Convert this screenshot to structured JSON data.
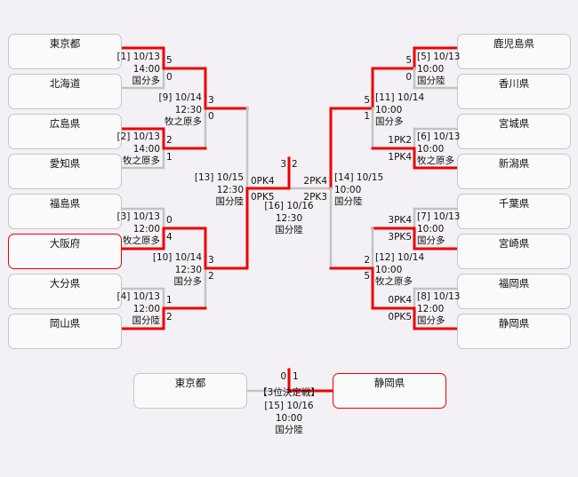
{
  "teams_left": [
    "東京都",
    "北海道",
    "広島県",
    "愛知県",
    "福島県",
    "大阪府",
    "大分県",
    "岡山県"
  ],
  "teams_right": [
    "鹿児島県",
    "香川県",
    "宮城県",
    "新潟県",
    "千葉県",
    "宮崎県",
    "福岡県",
    "静岡県"
  ],
  "champion": "大阪府",
  "third_place": {
    "title": "【3位決定戦】",
    "team_left": "東京都",
    "team_right": "静岡県",
    "winner": "静岡県"
  },
  "matches": {
    "m1": {
      "no": "[1] 10/13",
      "time": "14:00",
      "venue": "国分多",
      "s1": "5",
      "s2": "0"
    },
    "m2": {
      "no": "[2] 10/13",
      "time": "14:00",
      "venue": "牧之原多",
      "s1": "2",
      "s2": "1"
    },
    "m3": {
      "no": "[3] 10/13",
      "time": "12:00",
      "venue": "牧之原多",
      "s1": "0",
      "s2": "4"
    },
    "m4": {
      "no": "[4] 10/13",
      "time": "12:00",
      "venue": "国分陸",
      "s1": "1",
      "s2": "2"
    },
    "m5": {
      "no": "[5] 10/13",
      "time": "10:00",
      "venue": "国分陸",
      "s1": "5",
      "s2": "0"
    },
    "m6": {
      "no": "[6] 10/13",
      "time": "10:00",
      "venue": "牧之原多",
      "s1": "1PK2",
      "s2": "1PK4"
    },
    "m7": {
      "no": "[7] 10/13",
      "time": "10:00",
      "venue": "国分多",
      "s1": "3PK4",
      "s2": "3PK5"
    },
    "m8": {
      "no": "[8] 10/13",
      "time": "12:00",
      "venue": "国分多",
      "s1": "0PK4",
      "s2": "0PK5"
    },
    "m9": {
      "no": "[9] 10/14",
      "time": "12:30",
      "venue": "牧之原多",
      "s1": "3",
      "s2": "0"
    },
    "m10": {
      "no": "[10] 10/14",
      "time": "12:30",
      "venue": "国分多",
      "s1": "3",
      "s2": "2"
    },
    "m11": {
      "no": "[11] 10/14",
      "time": "10:00",
      "venue": "国分多",
      "s1": "5",
      "s2": "1"
    },
    "m12": {
      "no": "[12] 10/14",
      "time": "10:00",
      "venue": "牧之原多",
      "s1": "2",
      "s2": "5"
    },
    "m13": {
      "no": "[13] 10/15",
      "time": "12:30",
      "venue": "国分陸",
      "s1": "0PK4",
      "s2": "0PK5"
    },
    "m14": {
      "no": "[14] 10/15",
      "time": "10:00",
      "venue": "国分陸",
      "s1": "2PK4",
      "s2": "2PK3"
    },
    "m15": {
      "no": "[15] 10/16",
      "time": "10:00",
      "venue": "国分陸",
      "s1": "0",
      "s2": "1"
    },
    "m16": {
      "no": "[16] 10/16",
      "time": "12:30",
      "venue": "国分陸",
      "s1": "3",
      "s2": "2"
    }
  },
  "colors": {
    "win_line": "#ee0000",
    "line": "#c3c3c3",
    "background": "#f3f1f5"
  }
}
